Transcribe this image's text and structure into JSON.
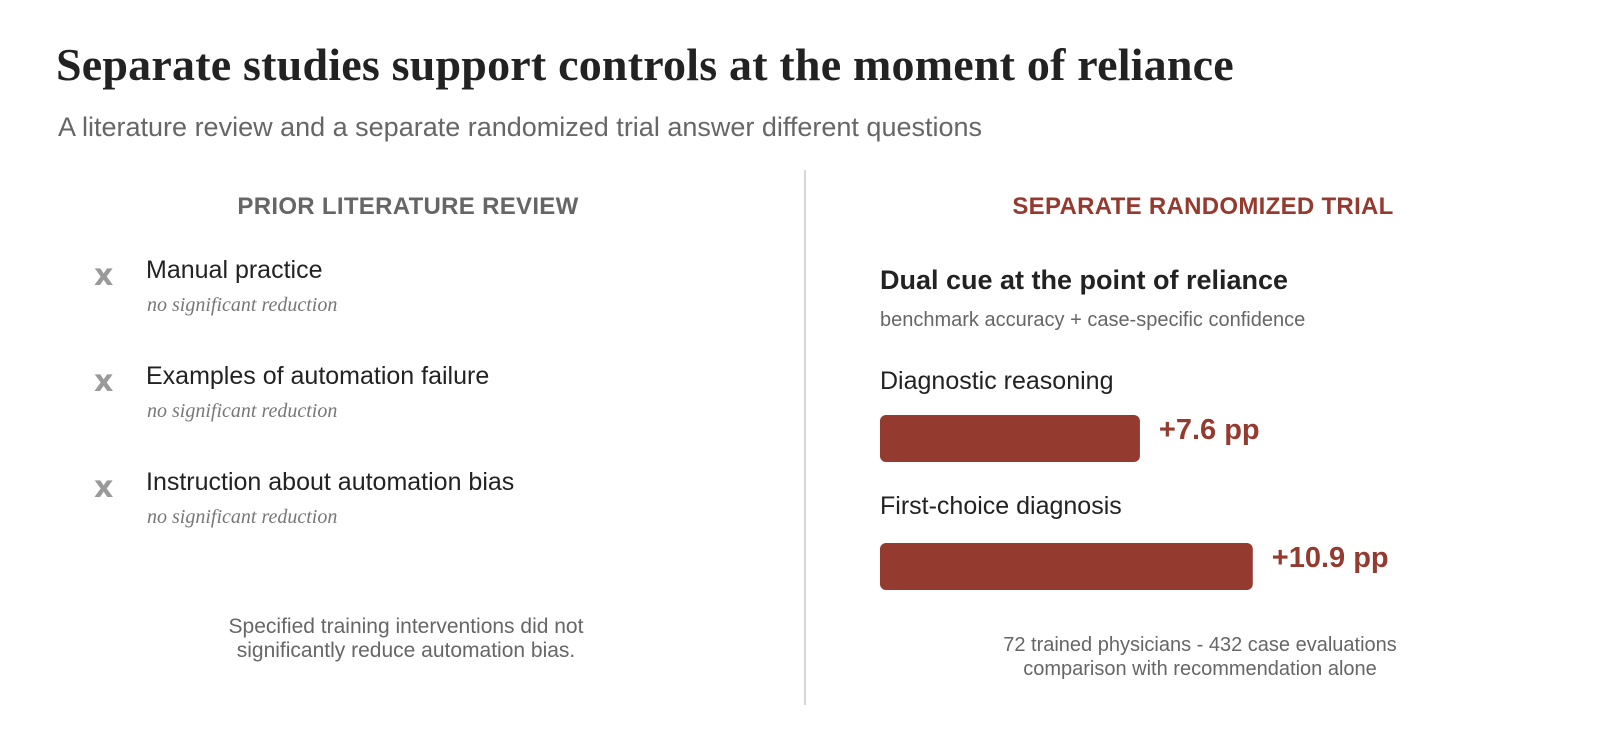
{
  "header": {
    "title": "Separate studies support controls at the moment of reliance",
    "subtitle": "A literature review and a separate randomized trial answer different questions"
  },
  "left": {
    "heading": "PRIOR LITERATURE REVIEW",
    "items": [
      {
        "icon": "x",
        "label": "Manual practice",
        "note": "no significant reduction"
      },
      {
        "icon": "x",
        "label": "Examples of automation failure",
        "note": "no significant reduction"
      },
      {
        "icon": "x",
        "label": "Instruction about automation bias",
        "note": "no significant reduction"
      }
    ],
    "summary_line1": "Specified training interventions did not",
    "summary_line2": "significantly reduce automation bias."
  },
  "right": {
    "heading": "SEPARATE RANDOMIZED TRIAL",
    "cue_title": "Dual cue at the point of reliance",
    "cue_subtitle": "benchmark accuracy + case-specific confidence",
    "note_line1": "72 trained physicians - 432 case evaluations",
    "note_line2": "comparison with recommendation alone"
  },
  "colors": {
    "accent": "#943a2f",
    "muted": "#666666",
    "icon": "#9a9a9a"
  },
  "chart_data": {
    "type": "bar",
    "orientation": "horizontal",
    "categories": [
      "Diagnostic reasoning",
      "First-choice diagnosis"
    ],
    "values": [
      7.6,
      10.9
    ],
    "value_labels": [
      "+7.6 pp",
      "+10.9 pp"
    ],
    "unit": "pp",
    "color": "#943a2f",
    "grid": false
  }
}
